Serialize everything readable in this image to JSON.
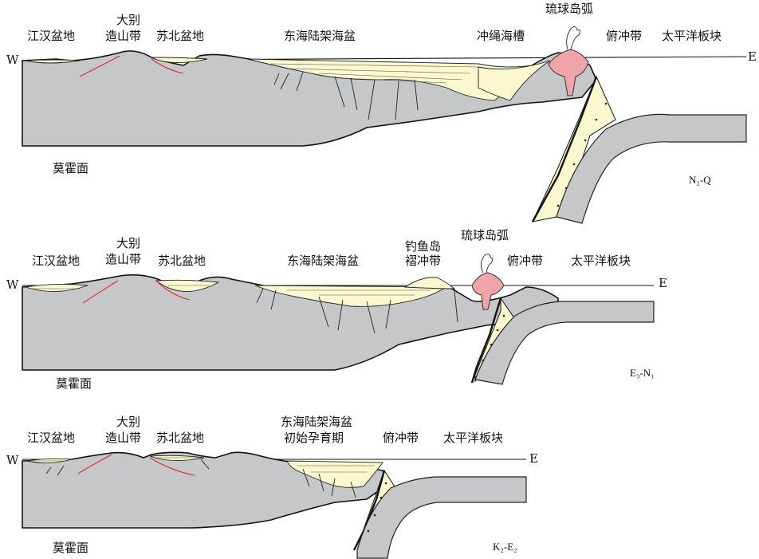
{
  "panels": [
    {
      "id": "n2q",
      "stage": "N₂-Q",
      "west": "W",
      "east": "E",
      "moho": "莫霍面",
      "labels": {
        "jianghan": "江汉盆地",
        "dabie_1": "大别",
        "dabie_2": "造山带",
        "subei": "苏北盆地",
        "east_china_sea": "东海陆架海盆",
        "okinawa": "冲绳海槽",
        "ryukyu_arc": "琉球岛弧",
        "subduction": "俯冲带",
        "pacific": "太平洋板块"
      }
    },
    {
      "id": "e3n1",
      "stage": "E₃-N₁",
      "west": "W",
      "east": "E",
      "moho": "莫霍面",
      "labels": {
        "jianghan": "江汉盆地",
        "dabie_1": "大别",
        "dabie_2": "造山带",
        "subei": "苏北盆地",
        "east_china_sea": "东海陆架海盆",
        "diaoyu_1": "钓鱼岛",
        "diaoyu_2": "褶冲带",
        "ryukyu_arc": "琉球岛弧",
        "subduction": "俯冲带",
        "pacific": "太平洋板块"
      }
    },
    {
      "id": "k2e2",
      "stage": "K₂-E₂",
      "west": "W",
      "east": "E",
      "moho": "莫霍面",
      "labels": {
        "jianghan": "江汉盆地",
        "dabie_1": "大别",
        "dabie_2": "造山带",
        "subei": "苏北盆地",
        "east_china_sea_1": "东海陆架海盆",
        "east_china_sea_2": "初始孕育期",
        "subduction": "俯冲带",
        "pacific": "太平洋板块"
      }
    }
  ],
  "colors": {
    "crust": "#c6c7c9",
    "sediment": "#fbf7cf",
    "volcanic_arc": "#f0a3a8",
    "red_fault": "#e0282c"
  }
}
